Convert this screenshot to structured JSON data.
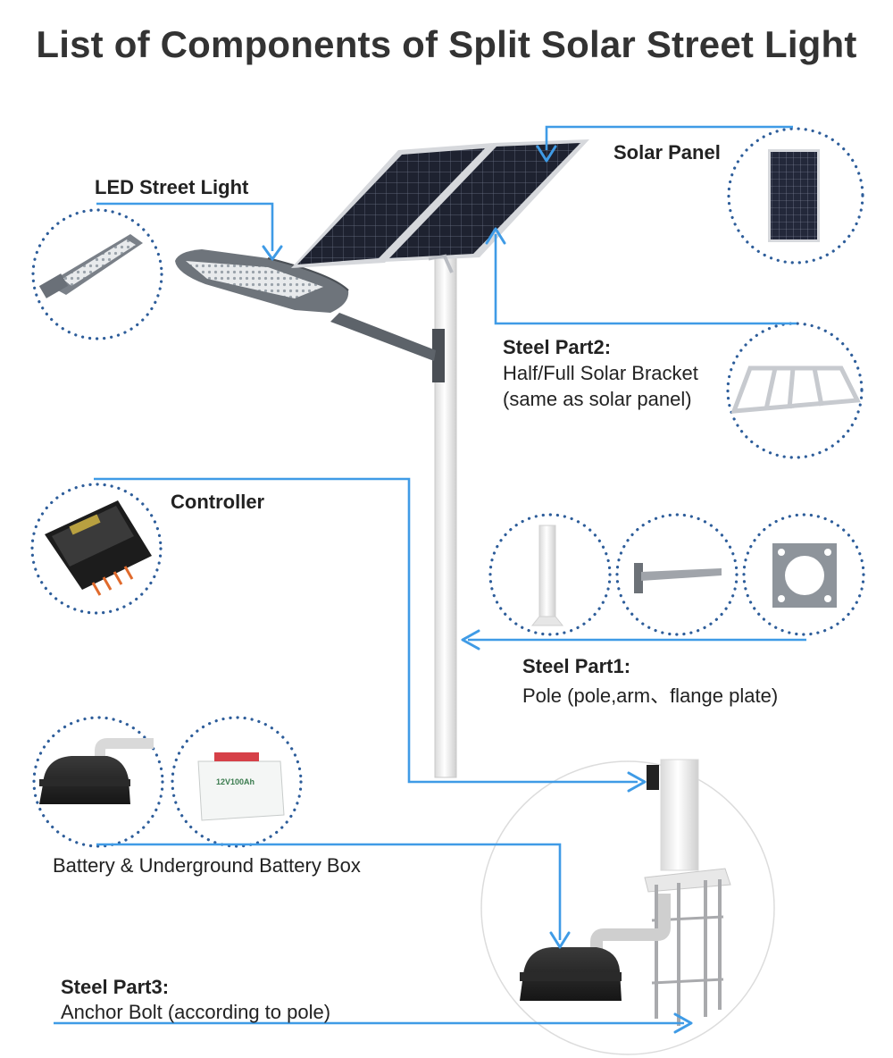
{
  "title": "List of Components of Split Solar Street Light",
  "labels": {
    "solar_panel": "Solar Panel",
    "led_street_light": "LED Street Light",
    "steel_part2_title": "Steel Part2:",
    "steel_part2_line1": "Half/Full Solar Bracket",
    "steel_part2_line2": "(same as solar panel)",
    "controller": "Controller",
    "steel_part1_title": "Steel Part1:",
    "steel_part1_line1": "Pole (pole,arm、flange plate)",
    "battery": "Battery & Underground Battery Box",
    "steel_part3_title": "Steel Part3:",
    "steel_part3_line1": "Anchor Bolt (according to pole)"
  },
  "battery_marking": "12V100Ah",
  "colors": {
    "arrow": "#3f9be6",
    "dotted_circle": "#2d5d9a",
    "title": "#333333",
    "panel_cell": "#1e2230",
    "pole": "#f2f2f2",
    "lamp_housing": "#6e747b"
  }
}
